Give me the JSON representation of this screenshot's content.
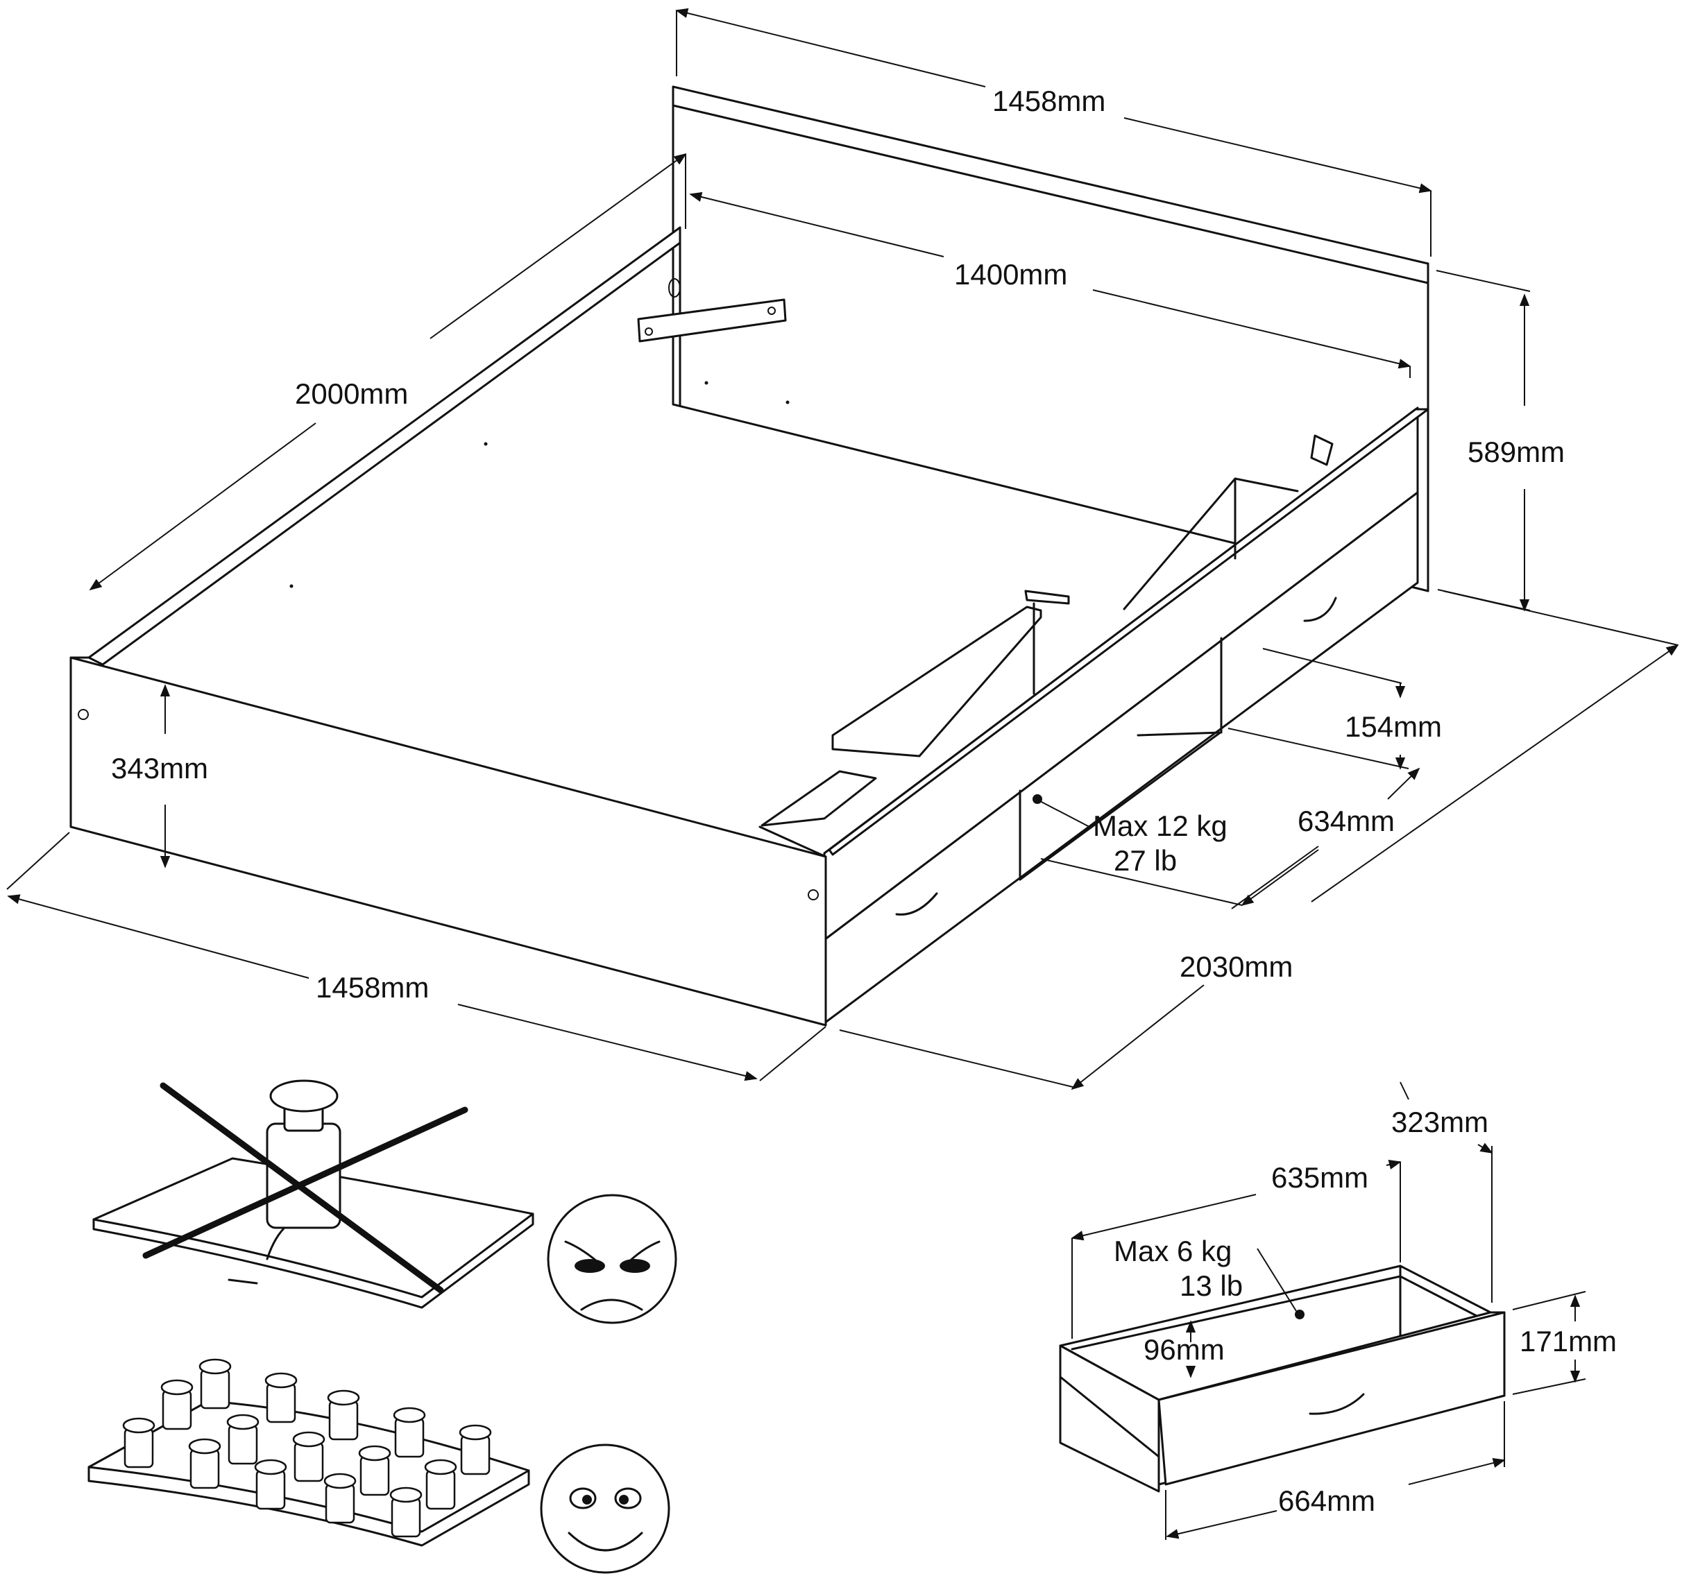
{
  "bed": {
    "headboard_width": "1458mm",
    "inner_width": "1400mm",
    "length": "2000mm",
    "headboard_height": "589mm",
    "frame_height": "343mm",
    "front_width": "1458mm",
    "overall_length": "2030mm",
    "drawer_opening_height": "154mm",
    "drawer_opening_depth": "634mm",
    "compartment_load": "Max 12 kg",
    "compartment_load_lb": "27 lb"
  },
  "drawer": {
    "depth": "635mm",
    "side_height": "323mm",
    "front_height": "171mm",
    "inner_height": "96mm",
    "front_width": "664mm",
    "load": "Max 6 kg",
    "load_lb": "13 lb"
  },
  "icons": {
    "bad_loading": "concentrated-weight-icon",
    "bad_face": "angry-face-icon",
    "good_loading": "distributed-weights-icon",
    "good_face": "smiling-face-icon"
  }
}
